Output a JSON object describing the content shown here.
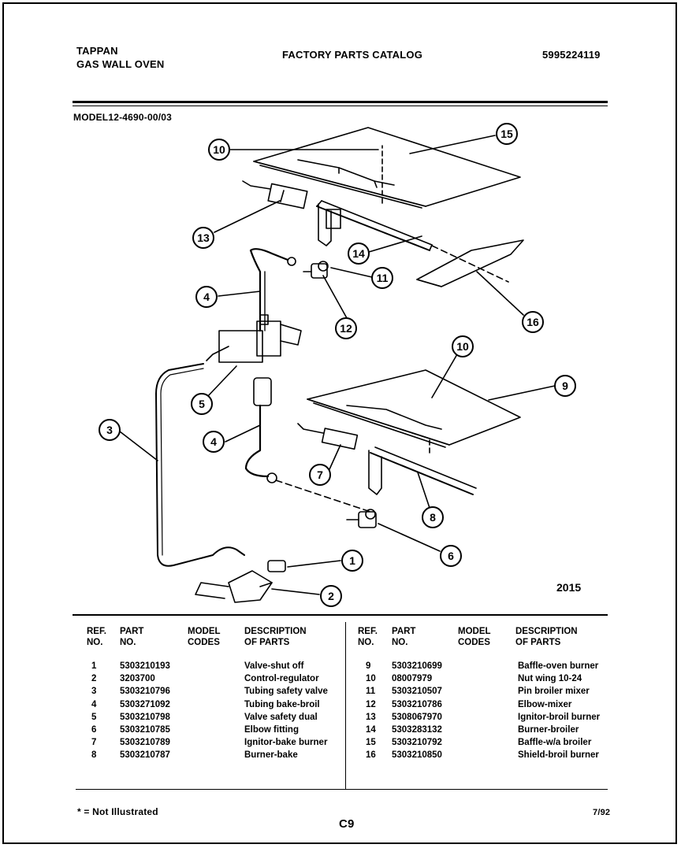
{
  "header": {
    "brand_line1": "TAPPAN",
    "brand_line2": "GAS WALL OVEN",
    "catalog_title": "FACTORY PARTS CATALOG",
    "catalog_number": "5995224119",
    "model": "MODEL12-4690-00/03"
  },
  "diagram": {
    "callouts": [
      "10",
      "15",
      "13",
      "14",
      "11",
      "12",
      "16",
      "4",
      "5",
      "10",
      "9",
      "3",
      "4",
      "7",
      "8",
      "6",
      "1",
      "2"
    ],
    "figure_number": "2015"
  },
  "table": {
    "headers": {
      "ref_no": [
        "REF.",
        "NO."
      ],
      "part_no": [
        "PART",
        "NO."
      ],
      "model_codes": [
        "MODEL",
        "CODES"
      ],
      "description": [
        "DESCRIPTION",
        "OF PARTS"
      ]
    },
    "left_rows": [
      {
        "ref": "1",
        "part": "5303210193",
        "codes": "",
        "desc": "Valve-shut off"
      },
      {
        "ref": "2",
        "part": "3203700",
        "codes": "",
        "desc": "Control-regulator"
      },
      {
        "ref": "3",
        "part": "5303210796",
        "codes": "",
        "desc": "Tubing safety valve"
      },
      {
        "ref": "4",
        "part": "5303271092",
        "codes": "",
        "desc": "Tubing bake-broil"
      },
      {
        "ref": "5",
        "part": "5303210798",
        "codes": "",
        "desc": "Valve safety dual"
      },
      {
        "ref": "6",
        "part": "5303210785",
        "codes": "",
        "desc": "Elbow fitting"
      },
      {
        "ref": "7",
        "part": "5303210789",
        "codes": "",
        "desc": "Ignitor-bake burner"
      },
      {
        "ref": "8",
        "part": "5303210787",
        "codes": "",
        "desc": "Burner-bake"
      }
    ],
    "right_rows": [
      {
        "ref": "9",
        "part": "5303210699",
        "codes": "",
        "desc": "Baffle-oven burner"
      },
      {
        "ref": "10",
        "part": "08007979",
        "codes": "",
        "desc": "Nut wing 10-24"
      },
      {
        "ref": "11",
        "part": "5303210507",
        "codes": "",
        "desc": "Pin broiler mixer"
      },
      {
        "ref": "12",
        "part": "5303210786",
        "codes": "",
        "desc": "Elbow-mixer"
      },
      {
        "ref": "13",
        "part": "5308067970",
        "codes": "",
        "desc": "Ignitor-broil burner"
      },
      {
        "ref": "14",
        "part": "5303283132",
        "codes": "",
        "desc": "Burner-broiler"
      },
      {
        "ref": "15",
        "part": "5303210792",
        "codes": "",
        "desc": "Baffle-w/a broiler"
      },
      {
        "ref": "16",
        "part": "5303210850",
        "codes": "",
        "desc": "Shield-broil burner"
      }
    ]
  },
  "footer": {
    "note": "* = Not Illustrated",
    "page_code": "C9",
    "date": "7/92"
  }
}
